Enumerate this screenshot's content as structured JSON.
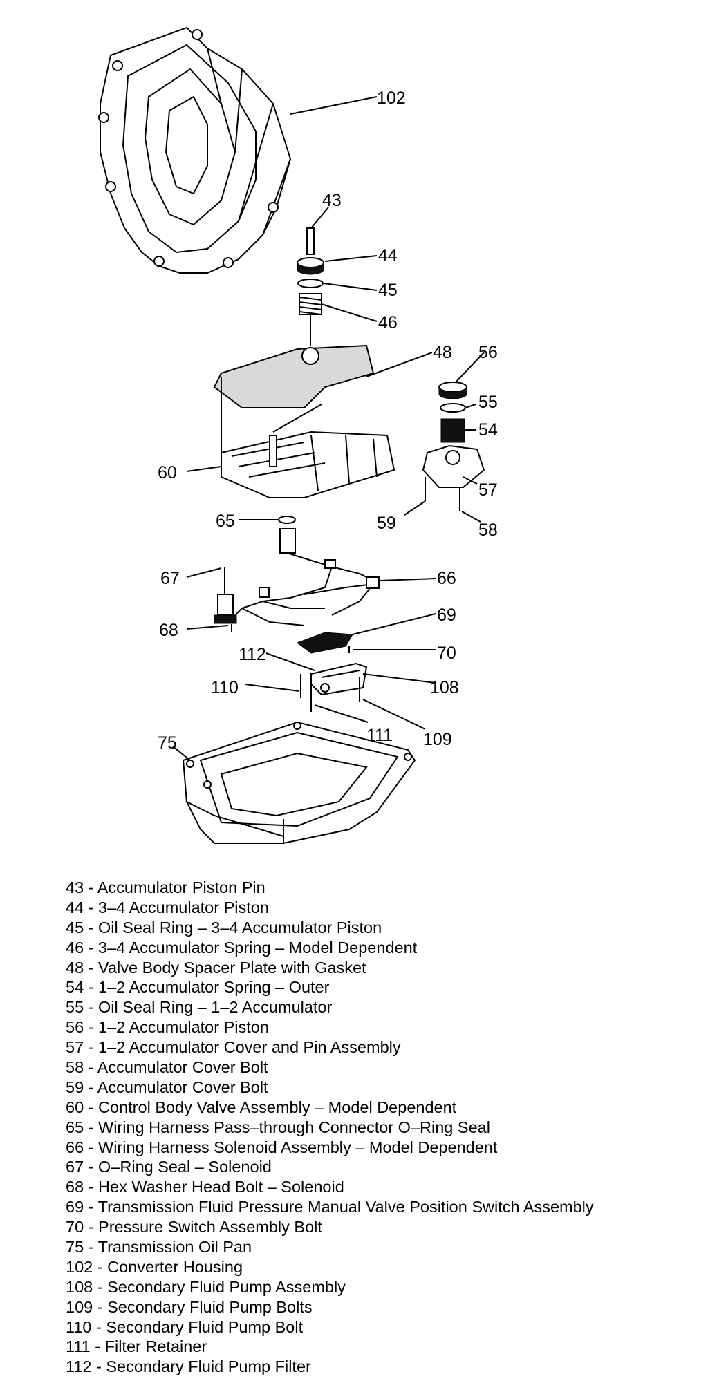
{
  "callouts": [
    {
      "num": "102"
    },
    {
      "num": "43"
    },
    {
      "num": "44"
    },
    {
      "num": "45"
    },
    {
      "num": "46"
    },
    {
      "num": "48"
    },
    {
      "num": "56"
    },
    {
      "num": "55"
    },
    {
      "num": "54"
    },
    {
      "num": "60"
    },
    {
      "num": "57"
    },
    {
      "num": "65"
    },
    {
      "num": "59"
    },
    {
      "num": "58"
    },
    {
      "num": "67"
    },
    {
      "num": "66"
    },
    {
      "num": "69"
    },
    {
      "num": "68"
    },
    {
      "num": "70"
    },
    {
      "num": "112"
    },
    {
      "num": "110"
    },
    {
      "num": "108"
    },
    {
      "num": "111"
    },
    {
      "num": "109"
    },
    {
      "num": "75"
    }
  ],
  "legend": [
    {
      "num": "43",
      "text": "Accumulator Piston Pin"
    },
    {
      "num": "44",
      "text": "3–4 Accumulator Piston"
    },
    {
      "num": "45",
      "text": "Oil Seal Ring – 3–4 Accumulator Piston"
    },
    {
      "num": "46",
      "text": "3–4 Accumulator Spring – Model Dependent"
    },
    {
      "num": "48",
      "text": "Valve Body Spacer Plate with Gasket"
    },
    {
      "num": "54",
      "text": "1–2 Accumulator Spring – Outer"
    },
    {
      "num": "55",
      "text": "Oil Seal Ring – 1–2 Accumulator"
    },
    {
      "num": "56",
      "text": "1–2 Accumulator Piston"
    },
    {
      "num": "57",
      "text": "1–2 Accumulator Cover and Pin Assembly"
    },
    {
      "num": "58",
      "text": "Accumulator Cover Bolt"
    },
    {
      "num": "59",
      "text": "Accumulator Cover Bolt"
    },
    {
      "num": "60",
      "text": "Control Body Valve Assembly – Model Dependent"
    },
    {
      "num": "65",
      "text": "Wiring Harness Pass–through Connector O–Ring Seal"
    },
    {
      "num": "66",
      "text": "Wiring Harness Solenoid Assembly – Model Dependent"
    },
    {
      "num": "67",
      "text": "O–Ring Seal – Solenoid"
    },
    {
      "num": "68",
      "text": "Hex Washer Head Bolt – Solenoid"
    },
    {
      "num": "69",
      "text": "Transmission Fluid Pressure Manual Valve Position Switch Assembly"
    },
    {
      "num": "70",
      "text": "Pressure Switch Assembly Bolt"
    },
    {
      "num": "75",
      "text": "Transmission Oil Pan"
    },
    {
      "num": "102",
      "text": "Converter Housing"
    },
    {
      "num": "108",
      "text": "Secondary Fluid Pump Assembly"
    },
    {
      "num": "109",
      "text": "Secondary Fluid Pump Bolts"
    },
    {
      "num": "110",
      "text": "Secondary Fluid Pump Bolt"
    },
    {
      "num": "111",
      "text": "Filter Retainer"
    },
    {
      "num": "112",
      "text": "Secondary Fluid Pump Filter"
    }
  ]
}
